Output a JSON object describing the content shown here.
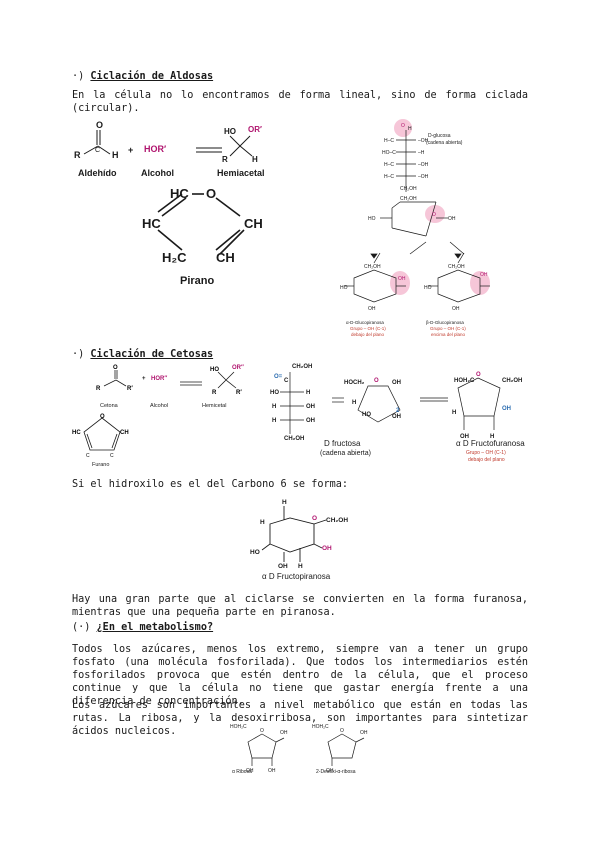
{
  "section_aldosas": {
    "bullet": "·)",
    "heading": "Ciclación de Aldosas",
    "paragraph": "En la célula no lo encontramos de forma lineal, sino de forma ciclada (circular).",
    "reaction_labels": {
      "aldehido": "Aldehído",
      "alcohol": "Alcohol",
      "hemiacetal": "Hemiacetal",
      "reagent": "HOR′",
      "plus": "+"
    },
    "pyran_label": "Pirano",
    "glucose_labels": {
      "open": "D-glucosa",
      "open_sub": "(cadena abierta)",
      "alpha": "α-D-Glucopiranosa",
      "alpha_note1": "Grupo – OH (C-1)",
      "alpha_note2": "debajo del plano",
      "beta": "β-D-Glucopiranosa",
      "beta_note1": "Grupo – OH (C-1)",
      "beta_note2": "encima del plano"
    }
  },
  "section_cetosas": {
    "bullet": "·)",
    "heading": "Ciclación de Cetosas",
    "reaction_labels": {
      "cetona": "Cetona",
      "alcohol": "Alcohol",
      "hemicetal": "Hemicetal",
      "reagent": "HOR″",
      "plus": "+"
    },
    "furan_label": "Furano",
    "fructose_open": "D fructosa",
    "fructose_open_sub": "(cadena abierta)",
    "fructofuranose": "α D Fructofuranosa",
    "fructofuranose_note1": "Grupo – OH (C-1)",
    "fructofuranose_note2": "debajo del plano",
    "carbon6_text": "Si el hidroxilo es el del Carbono 6 se forma:",
    "fructopyranose": "α D Fructopiranosa",
    "summary": "Hay una gran parte que al ciclarse se convierten en la forma furanosa, mientras que una pequeña parte en piranosa."
  },
  "section_metabolismo": {
    "bullet": "(·)",
    "heading": "¿En el metabolismo?",
    "paragraph1": "Todos los azúcares, menos los extremo, siempre van a tener un grupo fosfato (una molécula fosforilada). Que todos los intermediarios estén fosforilados provoca que estén dentro de la célula, que el proceso continue y que la célula no tiene que gastar energía frente a una diferencia de concentración.",
    "paragraph2": "Los azúcares son importantes a nivel metabólico que están en todas las rutas. La ribosa, y la desoxirribosa, son importantes para sintetizar ácidos nucleicos.",
    "ribose": "α Ribosa",
    "deoxyribose": "2-Desoxi-α-ribosa"
  },
  "colors": {
    "accent_magenta": "#b0146e",
    "highlight_pink": "#f6c6d8",
    "text": "#1a1a1a",
    "note_red": "#c0392b",
    "blue_c": "#2b6cb0"
  }
}
